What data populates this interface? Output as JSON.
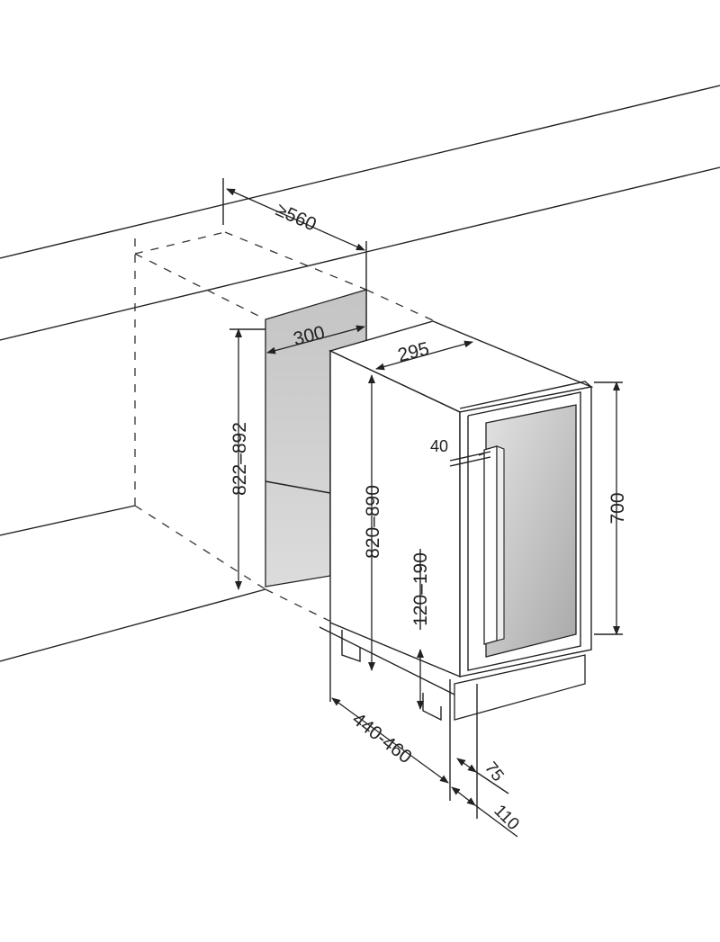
{
  "title": "Built-in wine cooler installation dimensions (mm)",
  "dimensions": {
    "niche_depth": "≥560",
    "niche_width": "300",
    "niche_height": "822–892",
    "appliance_width": "295",
    "appliance_height": "820–890",
    "door_height": "700",
    "handle_depth": "40",
    "plinth_height": "120–190",
    "appliance_depth": "440-460",
    "door_offset": "75",
    "front_offset": "110"
  },
  "colors": {
    "line": "#222222",
    "panel": "#c8c8c8",
    "glass": "#b8b8b8"
  }
}
